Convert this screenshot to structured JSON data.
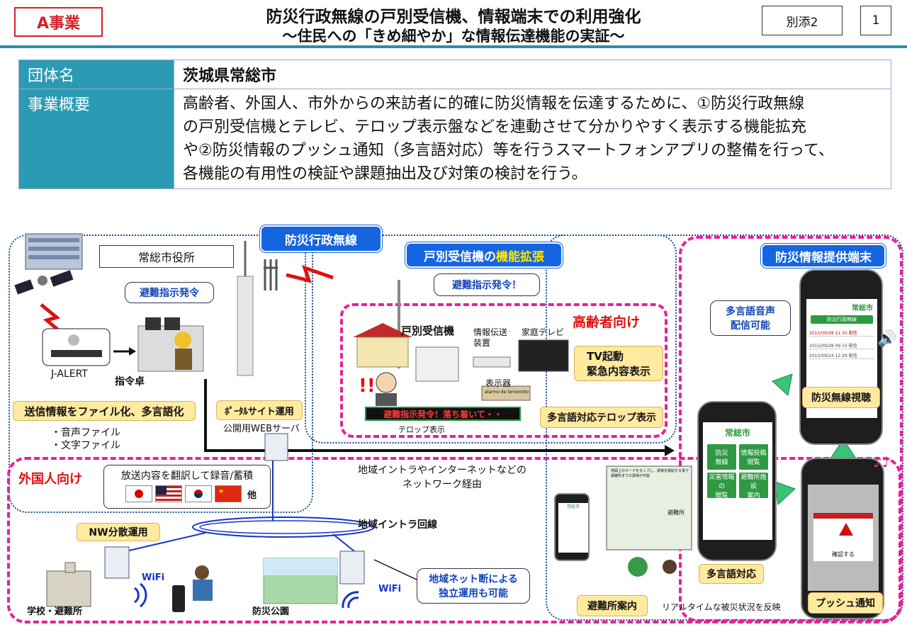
{
  "header": {
    "tag": "A事業",
    "title": "防災行政無線の戸別受信機、情報端末での利用強化",
    "subtitle": "〜住民への「きめ細やか」な情報伝達機能の実証〜",
    "annex": "別添2",
    "page": "1"
  },
  "info": {
    "org_label": "団体名",
    "org_value": "茨城県常総市",
    "summary_label": "事業概要",
    "summary_lines": [
      "高齢者、外国人、市外からの来訪者に的確に防災情報を伝達するために、①防災行政無線",
      "の戸別受信機とテレビ、テロップ表示盤などを連動させて分かりやすく表示する機能拡充",
      "や②防災情報のプッシュ通知（多言語対応）等を行うスマートフォンアプリの整備を行って、",
      "各機能の有用性の検証や課題抽出及び対策の検討を行う。"
    ]
  },
  "diagram": {
    "bousai_musen": "防災行政無線",
    "city_hall": "常総市役所",
    "evac_order": "避難指示発令",
    "jalert": "J-ALERT",
    "console": "指令卓",
    "send_info": "送信情報をファイル化、多言語化",
    "audio_file": "・音声ファイル",
    "text_file": "・文字ファイル",
    "portal": "ﾎﾟｰﾀﾙサイト運用",
    "web_server": "公開用WEBサーバ",
    "receiver_box": "戸別受信機の",
    "receiver_box_hl": "機能拡張",
    "evac_order2": "避難指示発令！",
    "elderly": "高齢者向け",
    "home_receiver": "戸別受信機",
    "info_device": "情報伝送\n装置",
    "home_tv": "家庭テレビ",
    "tv_start": "TV起動\n緊急内容表示",
    "display": "表示器",
    "display_text": "alarmo de terremoto",
    "telop_text": "避難指示発令！落ち着いて・・",
    "telop_label": "テロップ表示",
    "multi_telop": "多言語対応テロップ表示",
    "exclam": "!!",
    "foreign": "外国人向け",
    "translate": "放送内容を翻訳して録音/蓄積",
    "other": "他",
    "network": "地域イントラやインターネットなどの\nネットワーク経由",
    "nw_dist": "NW分散運用",
    "intra_line": "地域イントラ回線",
    "wifi1": "WiFi",
    "wifi2": "WiFi",
    "school": "学校・避難所",
    "park": "防災公園",
    "independent": "地域ネット断による\n独立運用も可能",
    "terminal": "防災情報提供端末",
    "multi_voice": "多言語音声\n配信可能",
    "musen_listen": "防災無線視聴",
    "multi_lang": "多言語対応",
    "push": "プッシュ通知",
    "evac_guide": "避難所案内",
    "realtime": "リアルタイムな被災状況を反映",
    "app_city": "常総市",
    "app_btn1": "防災\n無線",
    "app_btn2": "情報投稿\n閲覧",
    "app_btn3": "災害情報の\n閲覧",
    "app_btn4": "避難所施設\n案内",
    "app_tab": "防災行政無線",
    "app_row1": "2015/09/28 11:30 配信",
    "app_row2": "2015/09/28 09:15 配信",
    "app_row3": "2015/09/24 12:29 配信",
    "push_btn": "確認する",
    "map_note": "地図上のマークをタップし、誘導を開始する事で避難所までの誘導が可能",
    "shelter": "避難所"
  },
  "colors": {
    "accent_teal": "#2b9bb3",
    "label_blue": "#1565e0",
    "pink_dash": "#e8209a",
    "red": "#d8202a"
  }
}
